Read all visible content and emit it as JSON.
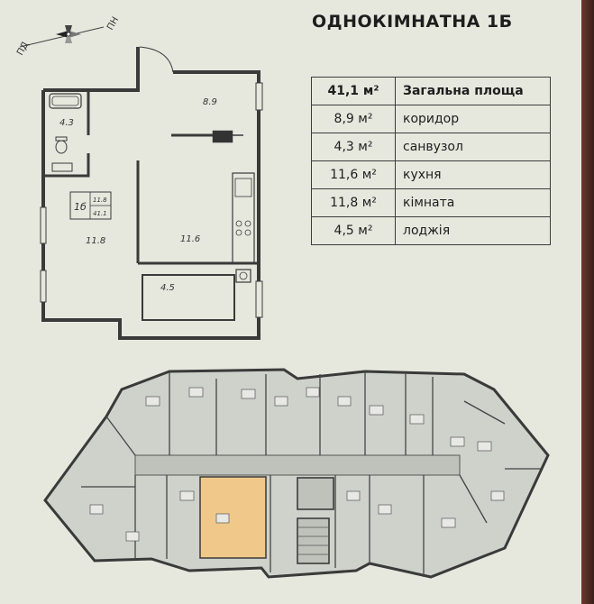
{
  "heading": "ОДНОКІМНАТНА 1Б",
  "compass": {
    "left": "ПД",
    "right": "ПН"
  },
  "area_table": [
    {
      "value": "41,1 м²",
      "label": "Загальна площа",
      "total": true
    },
    {
      "value": "8,9 м²",
      "label": "коридор"
    },
    {
      "value": "4,3 м²",
      "label": "санвузол"
    },
    {
      "value": "11,6 м²",
      "label": "кухня"
    },
    {
      "value": "11,8 м²",
      "label": "кімната"
    },
    {
      "value": "4,5 м²",
      "label": "лоджія"
    }
  ],
  "plan_labels": {
    "corridor": "8.9",
    "bathroom": "4.3",
    "room": "11.8",
    "kitchen": "11.6",
    "loggia": "4.5",
    "badge_type": "1б",
    "badge_room": "11.8",
    "badge_total": "41.1"
  },
  "colors": {
    "page": "#e6e8de",
    "highlight": "#f0c98a",
    "plan_fill": "#cfd2cb"
  }
}
